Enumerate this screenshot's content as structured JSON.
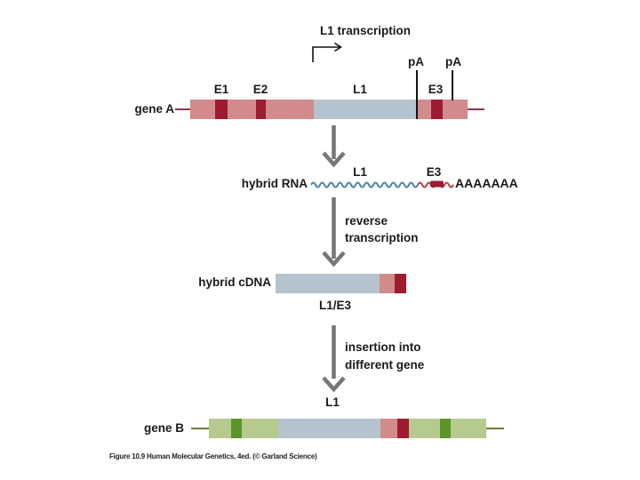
{
  "top": {
    "transcription_label": "L1 transcription",
    "pa_left": "pA",
    "pa_right": "pA"
  },
  "gene_a": {
    "label": "gene A",
    "exon1": "E1",
    "exon2": "E2",
    "l1": "L1",
    "exon3": "E3"
  },
  "rna": {
    "label": "hybrid RNA",
    "l1": "L1",
    "e3": "E3",
    "polya": "AAAAAAA"
  },
  "step_reverse": {
    "line1": "reverse",
    "line2": "transcription"
  },
  "cdna": {
    "label": "hybrid cDNA",
    "sublabel": "L1/E3"
  },
  "step_insertion": {
    "line1": "insertion into",
    "line2": "different gene"
  },
  "gene_b": {
    "label": "gene B",
    "l1": "L1"
  },
  "figure": {
    "caption": "Figure 10.9 Human Molecular Genetics, 4ed. (© Garland Science)"
  },
  "colors": {
    "exon_pink": "#d18b8b",
    "exon_dark_red": "#9e1b30",
    "l1_blue": "#b5c3ce",
    "gene_b_light_green": "#b6c98e",
    "gene_b_dark_green": "#5a9627",
    "arrow_gray": "#777777",
    "gene_a_flank_line": "#8a3a45",
    "gene_b_flank_line": "#6e7f3c",
    "rna_wave_blue": "#4884ab",
    "rna_wave_red": "#b5404e",
    "pa_line": "#111111"
  }
}
